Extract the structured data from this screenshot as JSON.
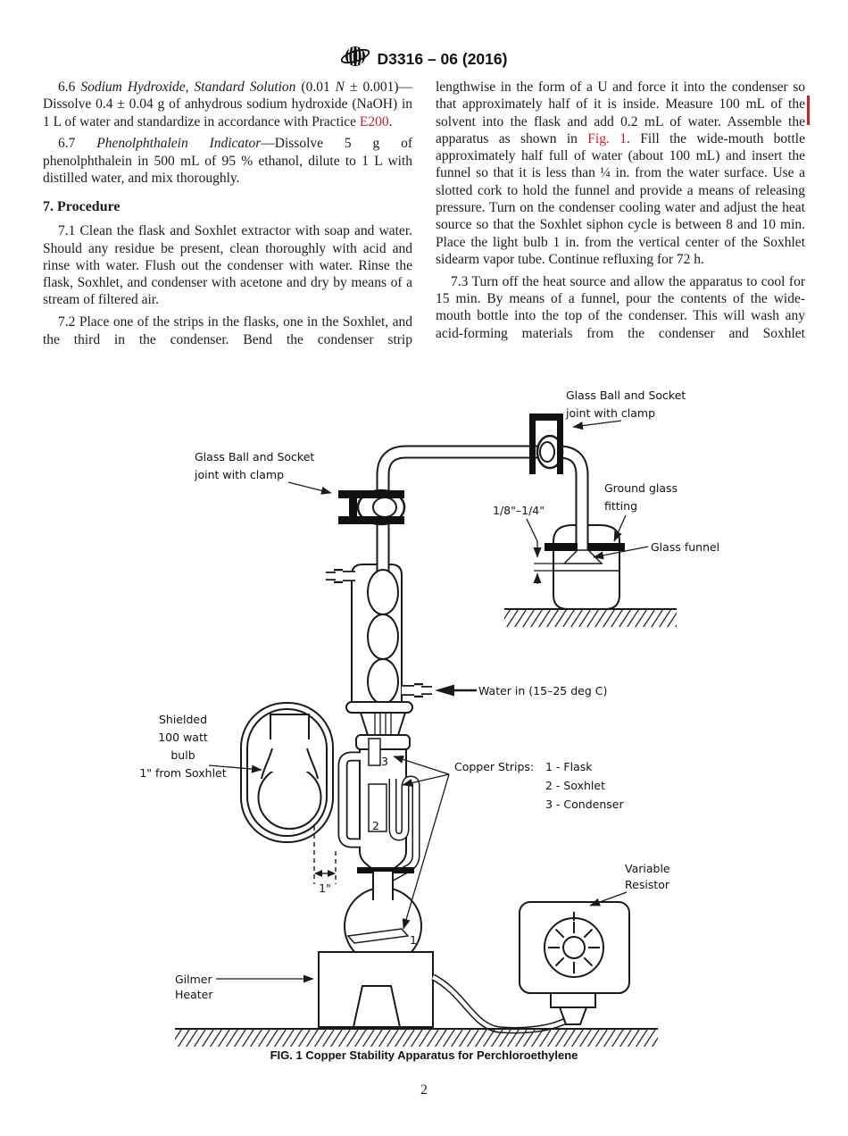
{
  "colors": {
    "ink": "#1a1a1a",
    "link_red": "#c8202a",
    "change_bar": "#c8202a",
    "background": "#ffffff"
  },
  "header": {
    "title": "D3316 – 06 (2016)",
    "logo": "astm-logo"
  },
  "columns": {
    "left": {
      "p66": [
        {
          "t": "6.6 "
        },
        {
          "t": "Sodium Hydroxide, Standard Solution",
          "c": "i"
        },
        {
          "t": " (0.01 "
        },
        {
          "t": "N",
          "c": "i"
        },
        {
          "t": " ± 0.001)—Dissolve 0.4 ± 0.04 g of anhydrous sodium hydroxide (NaOH) in 1 L of water and standardize in accordance with Practice "
        },
        {
          "t": "E200",
          "c": "link",
          "n": "link-practice-e200"
        },
        {
          "t": "."
        }
      ],
      "p67": [
        {
          "t": "6.7 "
        },
        {
          "t": "Phenolphthalein Indicator",
          "c": "i"
        },
        {
          "t": "—Dissolve 5 g of phenolphthalein in 500 mL of 95 % ethanol, dilute to 1 L with distilled water, and mix thoroughly."
        }
      ],
      "heading7": "7. Procedure",
      "p71": [
        {
          "t": "7.1 Clean the flask and Soxhlet extractor with soap and water. Should any residue be present, clean thoroughly with acid and rinse with water. Flush out the condenser with water. Rinse the flask, Soxhlet, and condenser with acetone and dry by means of a stream of filtered air."
        }
      ],
      "p72": [
        {
          "t": "7.2 Place one of the strips in the flasks, one in the Soxhlet, and the third in the condenser. Bend the condenser strip"
        }
      ]
    },
    "right": {
      "p72cont": [
        {
          "t": "lengthwise in the form of a U and force it into the condenser so that approximately half of it is inside. Measure 100 mL of the solvent into the flask and add 0.2 mL of water. Assemble the apparatus as shown in "
        },
        {
          "t": "Fig. 1",
          "c": "link",
          "n": "link-fig-1"
        },
        {
          "t": ". Fill the wide-mouth bottle approximately half full of water (about 100 mL) and insert the funnel so that it is less than ¼ in. from the water surface. Use a slotted cork to hold the funnel and provide a means of releasing pressure. Turn on the condenser cooling water and adjust the heat source so that the Soxhlet siphon cycle is between 8 and 10 min. Place the light bulb 1 in. from the vertical center of the Soxhlet sidearm vapor tube. Continue refluxing for 72 h."
        }
      ],
      "p73": [
        {
          "t": "7.3 Turn off the heat source and allow the apparatus to cool for 15 min. By means of a funnel, pour the contents of the wide-mouth bottle into the top of the condenser. This will wash any acid-forming materials from the condenser and Soxhlet"
        }
      ]
    }
  },
  "figure": {
    "labels": {
      "ball_socket_left": [
        "Glass Ball and Socket",
        "joint with clamp"
      ],
      "ball_socket_right": [
        "Glass Ball and Socket",
        "joint with clamp"
      ],
      "ground_glass": [
        "Ground glass",
        "fitting"
      ],
      "gap_dim": "1/8\"–1/4\"",
      "glass_funnel": "Glass funnel",
      "water_in": "Water in (15–25 deg C)",
      "copper_strips_title": "Copper Strips:",
      "copper_strips_items": [
        "1 - Flask",
        "2 - Soxhlet",
        "3 - Condenser"
      ],
      "strip_marker_1": "1",
      "strip_marker_2": "2",
      "strip_marker_3": "3",
      "bulb": [
        "Shielded",
        "100 watt",
        "bulb",
        "1\" from Soxhlet"
      ],
      "one_inch": "1\"",
      "heater": [
        "Gilmer",
        "Heater"
      ],
      "resistor": [
        "Variable",
        "Resistor"
      ]
    },
    "caption": "FIG. 1  Copper Stability Apparatus for Perchloroethylene"
  },
  "footer": {
    "page_number": "2"
  }
}
